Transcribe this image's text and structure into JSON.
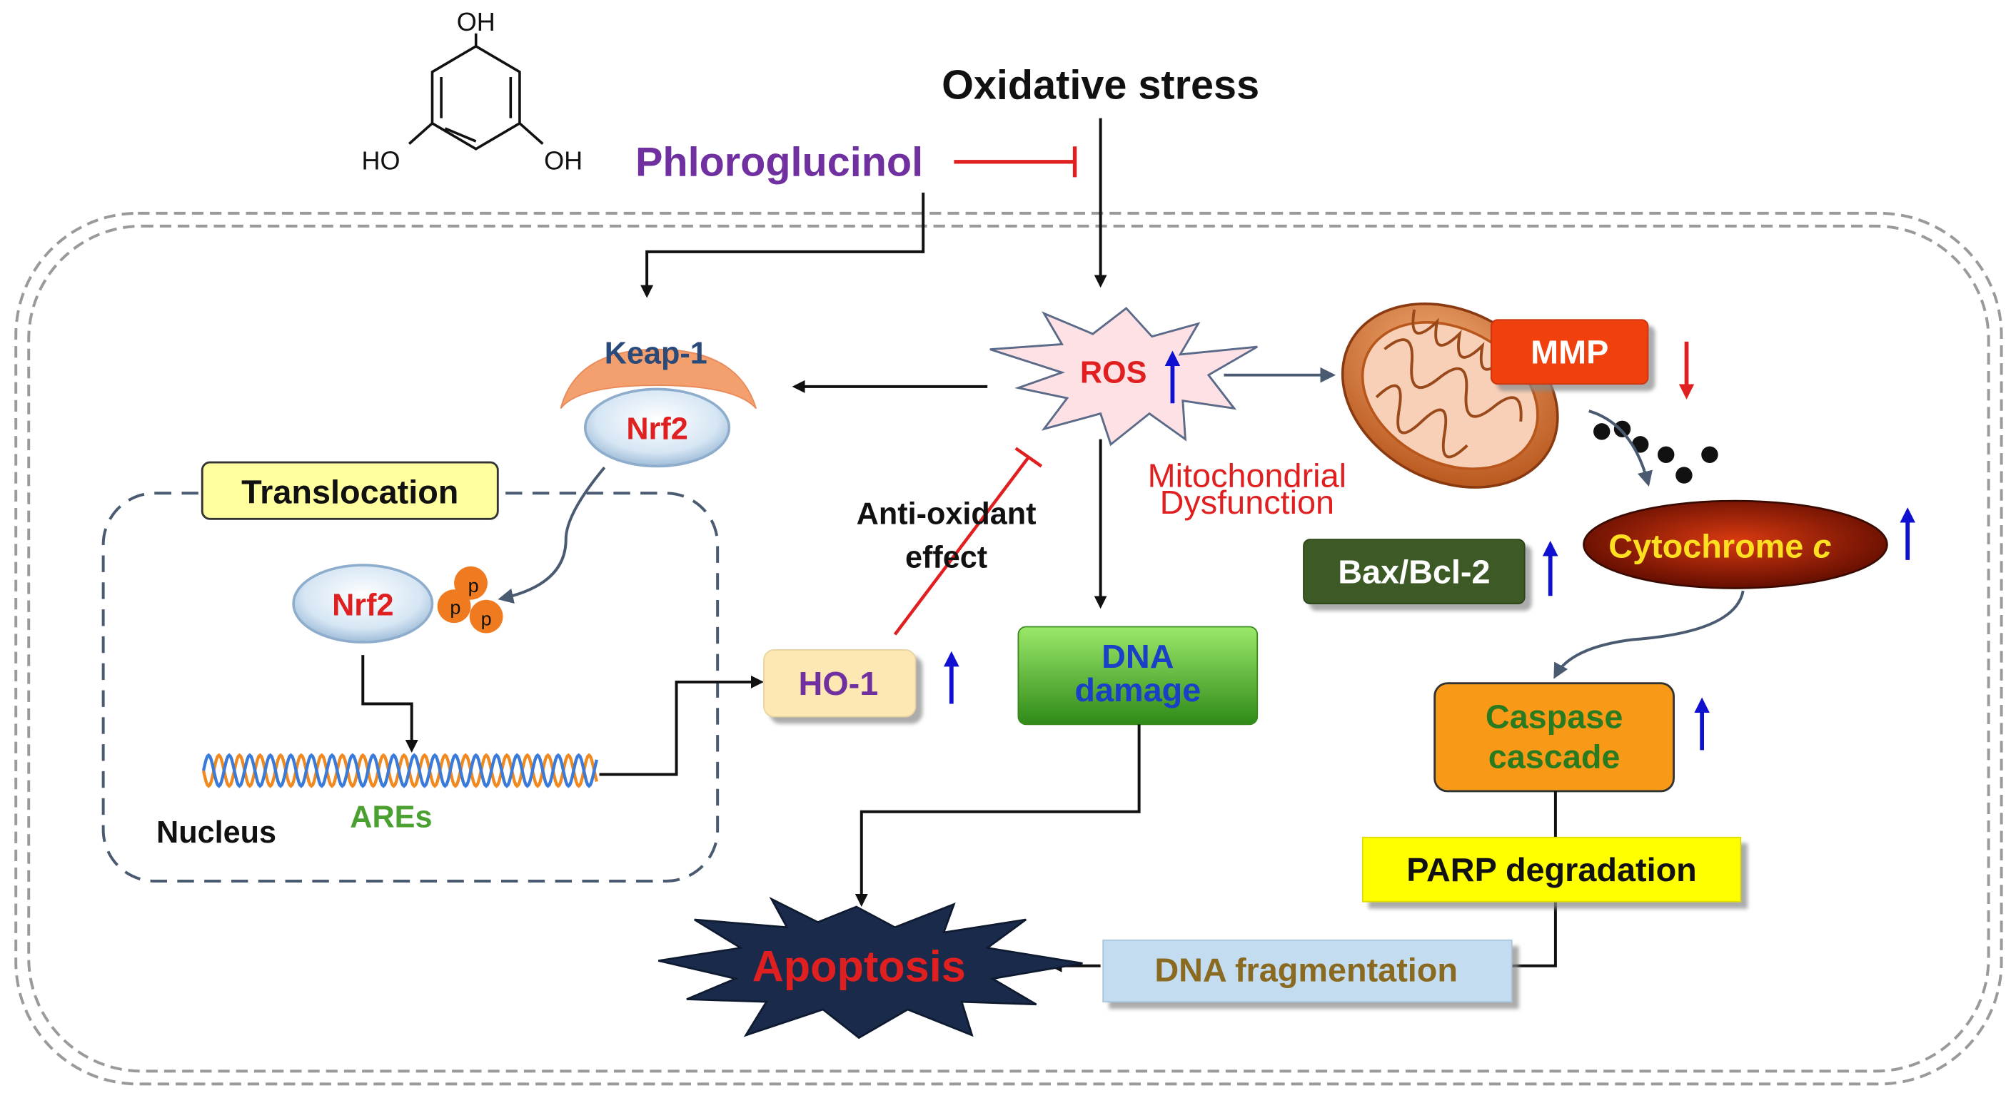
{
  "molecule": {
    "oh_top": "OH",
    "oh_left": "HO",
    "oh_right": "OH"
  },
  "labels": {
    "oxidative_stress": "Oxidative stress",
    "phloroglucinol": "Phloroglucinol",
    "keap1": "Keap-1",
    "nrf2_complex": "Nrf2",
    "nrf2_nucleus": "Nrf2",
    "phospho": "p",
    "translocation": "Translocation",
    "ares": "AREs",
    "nucleus": "Nucleus",
    "ros": "ROS",
    "anti_oxidant_line1": "Anti-oxidant",
    "anti_oxidant_line2": "effect",
    "ho1": "HO-1",
    "dna_damage_line1": "DNA",
    "dna_damage_line2": "damage",
    "mito_dysfunction_line1": "Mitochondrial",
    "mito_dysfunction_line2": "Dysfunction",
    "mmp": "MMP",
    "cytochrome": "Cytochrome",
    "cytochrome_italic": "c",
    "bax_bcl2": "Bax/Bcl-2",
    "caspase_line1": "Caspase",
    "caspase_line2": "cascade",
    "parp": "PARP degradation",
    "dna_fragmentation": "DNA fragmentation",
    "apoptosis": "Apoptosis"
  },
  "colors": {
    "increase_arrow": "#1010d0",
    "decrease_arrow": "#e02020",
    "inhibit": "#e02020",
    "phloroglucinol_text": "#7030a0",
    "nrf2_text": "#e02020",
    "apoptosis_text": "#e02020"
  }
}
